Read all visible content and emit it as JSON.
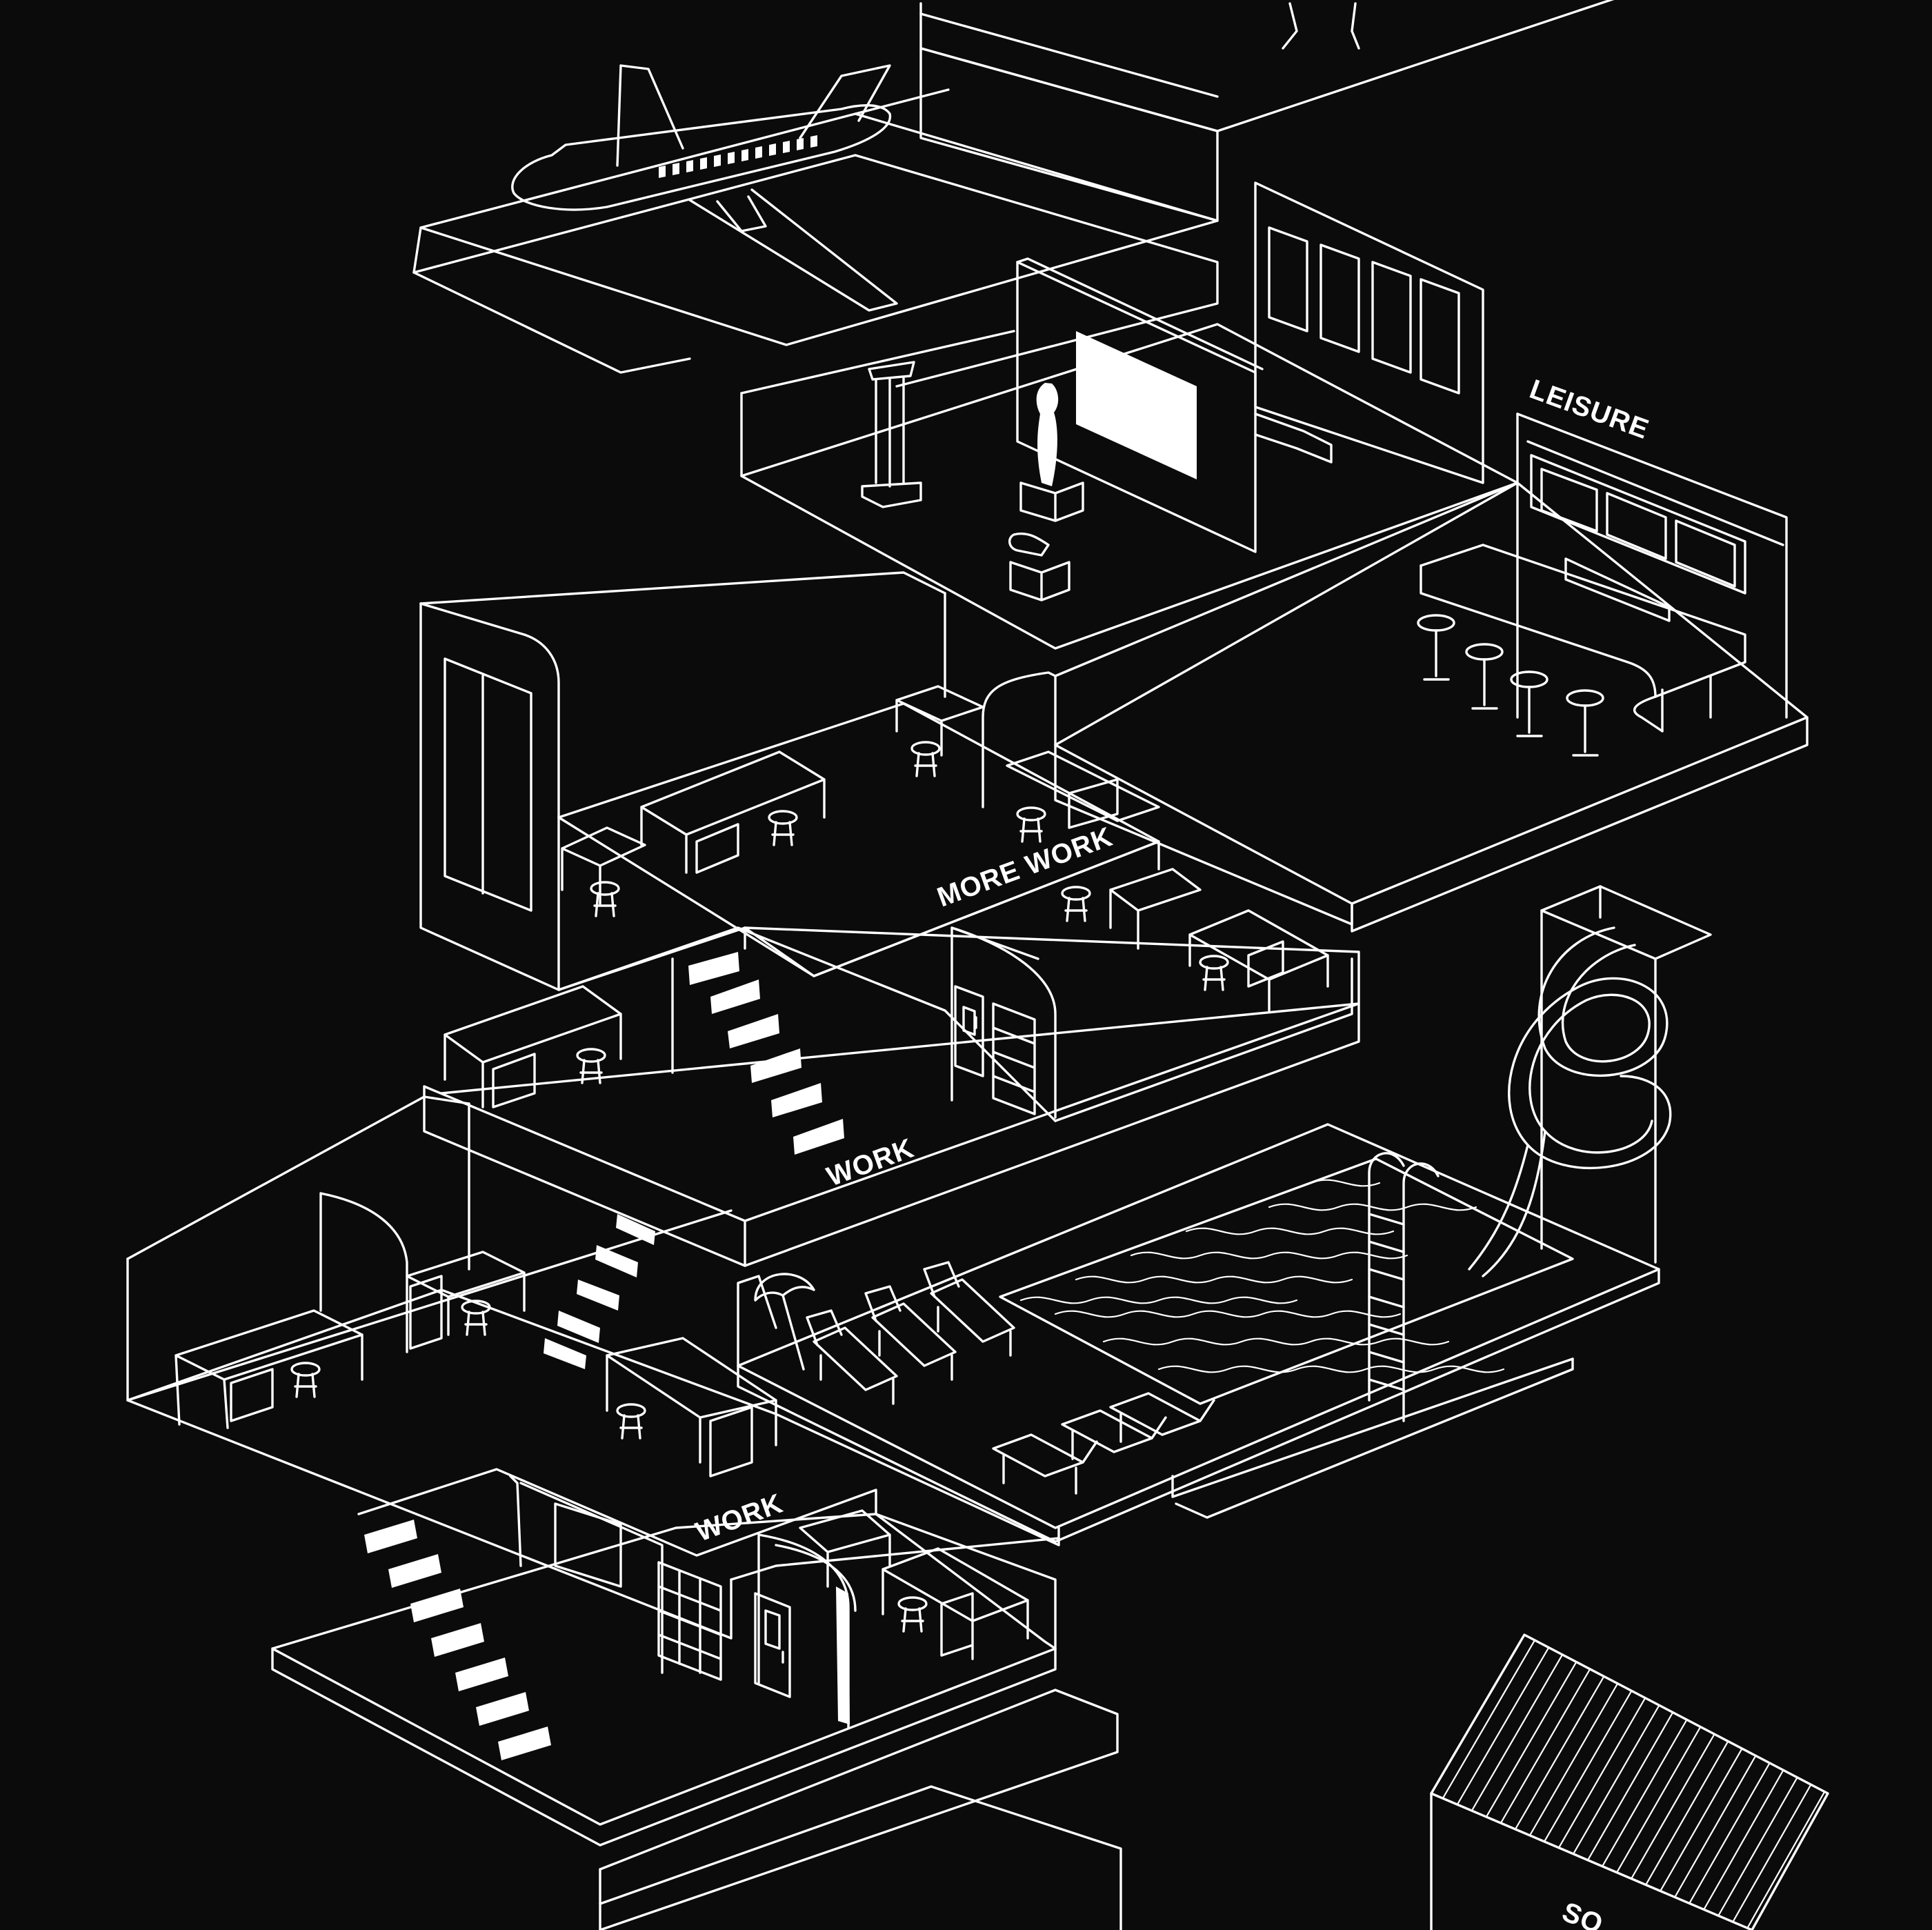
{
  "labels": {
    "leisure": "LEISURE",
    "more_work": "MORE WORK",
    "work_upper": "WORK",
    "work_lower": "WORK",
    "partial_bottom": "SO"
  },
  "colors": {
    "background": "#0b0b0c",
    "line": "#ffffff"
  },
  "icons": [
    "airplane-icon",
    "column-icon",
    "statue-icon",
    "bust-icon",
    "screen-icon",
    "desk-icon",
    "stool-icon",
    "bar-counter-icon",
    "door-icon",
    "shelf-icon",
    "stairs-icon",
    "pool-icon",
    "water-slide-icon",
    "ladder-icon",
    "sun-lounger-icon",
    "umbrella-icon",
    "roof-icon"
  ]
}
